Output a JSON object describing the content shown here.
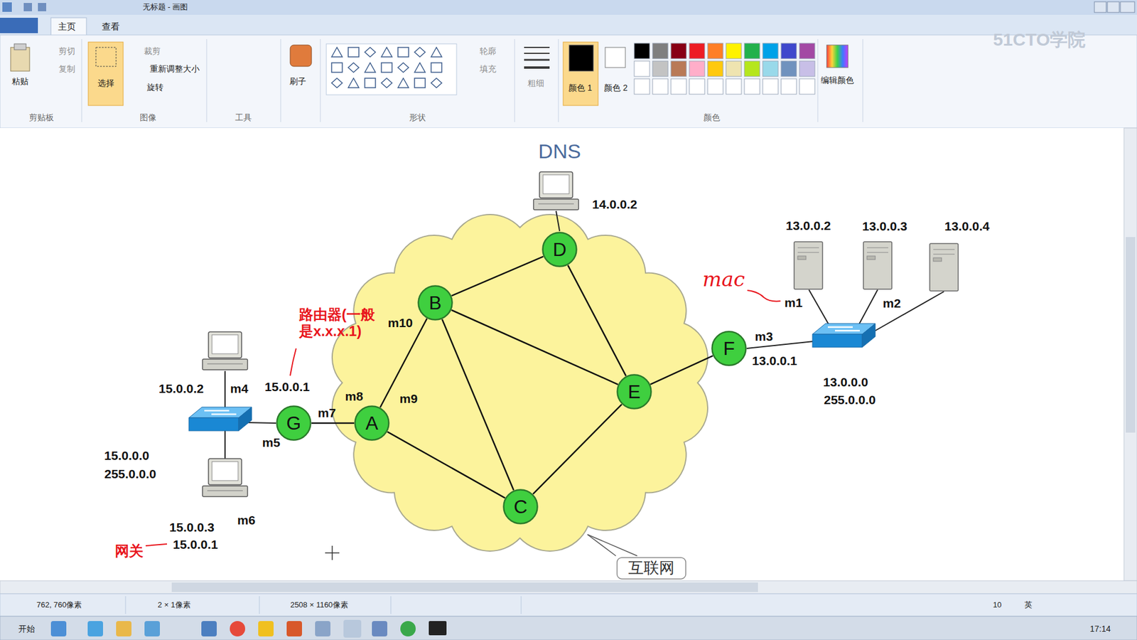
{
  "diagram": {
    "nodes": [
      {
        "text": [
          "D"
        ]
      },
      {
        "text": [
          "B"
        ]
      },
      {
        "text": [
          "F"
        ]
      },
      {
        "text": [
          "E"
        ]
      },
      {
        "text": [
          "G"
        ]
      },
      {
        "text": [
          "A"
        ]
      },
      {
        "text": [
          "C"
        ]
      },
      {
        "text": [
          "互联网"
        ]
      }
    ],
    "edges": [
      {
        "from": 0,
        "to": 1,
        "arrow": "none"
      },
      {
        "from": 0,
        "to": 3,
        "arrow": "none"
      },
      {
        "from": 1,
        "to": 5,
        "arrow": "none"
      },
      {
        "from": 1,
        "to": 3,
        "arrow": "none"
      },
      {
        "from": 1,
        "to": 6,
        "arrow": "none"
      },
      {
        "from": 5,
        "to": 6,
        "arrow": "none"
      },
      {
        "from": 6,
        "to": 3,
        "arrow": "none"
      },
      {
        "from": 4,
        "to": 5,
        "arrow": "none"
      },
      {
        "from": 3,
        "to": 2,
        "arrow": "none"
      }
    ],
    "labels": [
      "无标题 - 画图",
      "主页",
      "查看",
      "粘贴",
      "剪切",
      "复制",
      "选择",
      "裁剪",
      "重新调整大小",
      "旋转",
      "刷子",
      "轮廓",
      "填充",
      "粗细",
      "颜色 1",
      "颜色 2",
      "编辑颜色",
      "剪贴板",
      "图像",
      "工具",
      "形状",
      "颜色",
      "51CTO学院",
      "DNS",
      "14.0.0.2",
      "13.0.0.2",
      "13.0.0.3",
      "13.0.0.4",
      "mac",
      "m1",
      "m2",
      "m3",
      "13.0.0.1",
      "13.0.0.0",
      "255.0.0.0",
      "m10",
      "路由器(一般 是x.x.x.1)",
      "m8",
      "m9",
      "m7",
      "15.0.0.2",
      "m4",
      "15.0.0.1",
      "m5",
      "15.0.0.0",
      "255.0.0.0",
      "m6",
      "15.0.0.3",
      "网关",
      "15.0.0.1",
      "762, 760像素",
      "2 × 1像素",
      "2508 × 1160像素",
      "10",
      "英",
      "开始",
      "17:14"
    ]
  }
}
